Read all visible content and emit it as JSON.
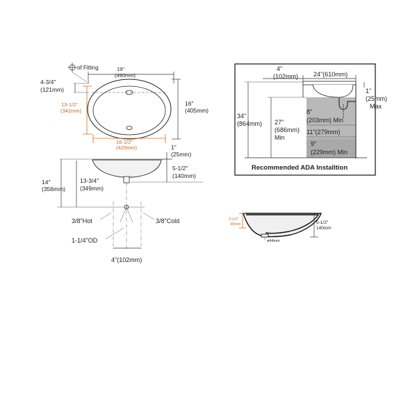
{
  "top_view": {
    "cl_label": "of Fitting",
    "width_in": "19\"",
    "width_mm": "(490mm)",
    "offset_in": "4-3/4\"",
    "offset_mm": "(121mm)",
    "height_in": "16\"",
    "height_mm": "(405mm)",
    "inner_h_in": "13-1/2\"",
    "inner_h_mm": "(342mm)",
    "inner_w_in": "16-1/2\"",
    "inner_w_mm": "(420mm)"
  },
  "side_view": {
    "rim_in": "1\"",
    "rim_mm": "(25mm)",
    "depth_in": "5-1/2\"",
    "depth_mm": "(140mm)",
    "h14_in": "14\"",
    "h14_mm": "(356mm)",
    "h1334_in": "13-3/4\"",
    "h1334_mm": "(349mm)",
    "hot": "3/8\"Hot",
    "cold": "3/8\"Cold",
    "od": "1-1/4\"OD",
    "spacing": "4\"(102mm)"
  },
  "ada": {
    "caption": "Recommended ADA Installtion",
    "a_in": "4\"",
    "a_mm": "(102mm)",
    "b": "24\"(610mm)",
    "max_in": "1\"",
    "max_mm": "(25mm)",
    "max_word": "Max",
    "h34_in": "34\"",
    "h34_mm": "(864mm)",
    "h27_in": "27\"",
    "h27_mm": "(686mm)",
    "h27_word": "Min",
    "d8_in": "8\"",
    "d8_rest": "(203mm) Min",
    "d11": "11\"(279mm)",
    "d9_in": "9\"",
    "d9_rest": "(229mm) Min"
  },
  "section": {
    "depth_in": "5-1/2\"",
    "depth_mm": "140mm",
    "inner_in": "3-1/2\"",
    "inner_mm": "90mm",
    "drain": "ø44mm"
  },
  "colors": {
    "accent": "#c26a25",
    "shade": "#b9b9b9",
    "line": "#222222"
  }
}
